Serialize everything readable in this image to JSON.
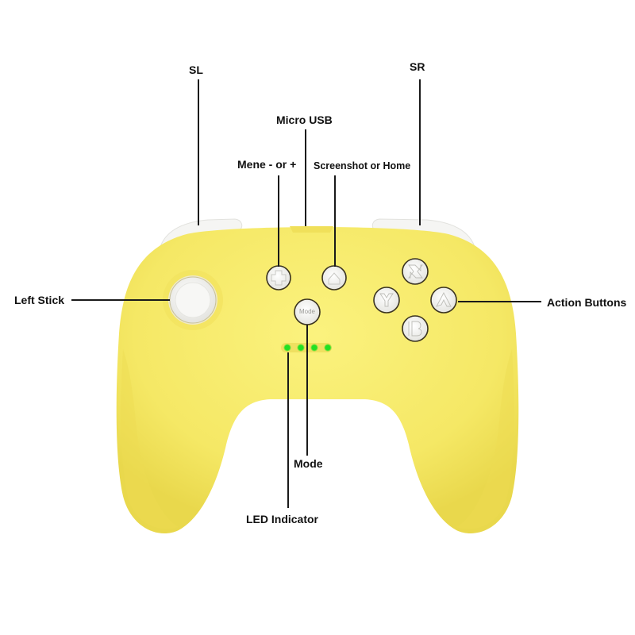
{
  "diagram": {
    "subject": "Wireless game controller",
    "body_color": "#F7EB6A",
    "body_shadow_color": "#E8D94E",
    "button_color": "#F4F4F2",
    "led_color": "#22E022",
    "callouts": {
      "sl": "SL",
      "sr": "SR",
      "micro_usb": "Micro USB",
      "menu": "Mene - or +",
      "screenshot_home": "Screenshot or Home",
      "left_stick": "Left Stick",
      "action_buttons": "Action Buttons",
      "mode": "Mode",
      "led_indicator": "LED Indicator"
    },
    "buttons": {
      "mode_label": "Mode",
      "x": "X",
      "y": "Y",
      "a": "A",
      "b": "B"
    },
    "led_count": 4
  }
}
